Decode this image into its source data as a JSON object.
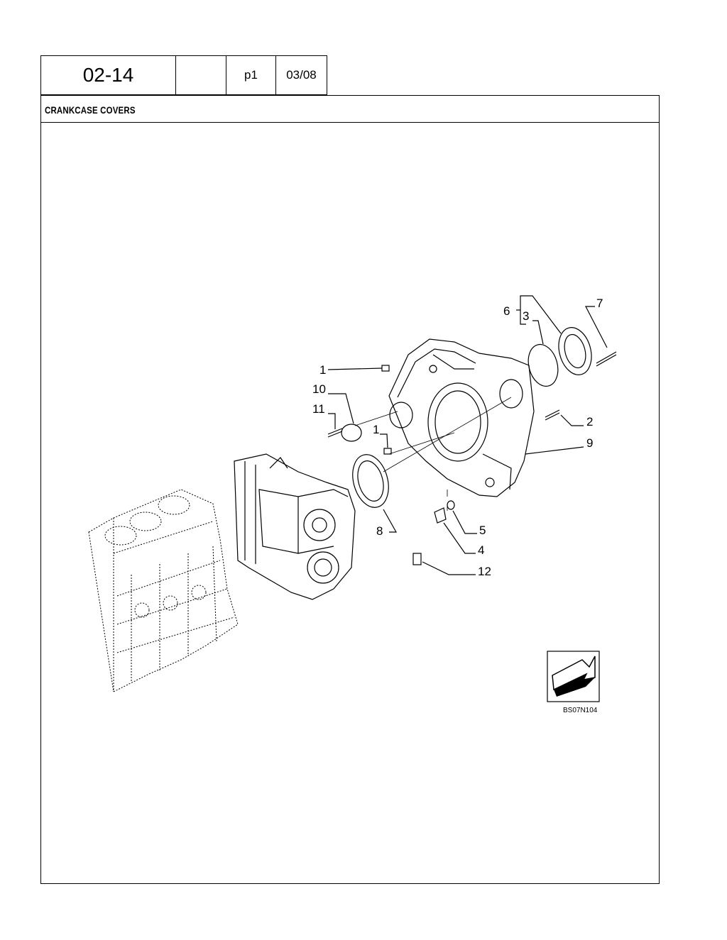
{
  "header": {
    "section_code": "02-14",
    "blank": "",
    "page": "p1",
    "date": "03/08"
  },
  "title": "CRANKCASE COVERS",
  "callouts": [
    "1",
    "10",
    "11",
    "1",
    "6",
    "3",
    "7",
    "2",
    "9",
    "8",
    "5",
    "4",
    "12"
  ],
  "figure_code": "BS07N104"
}
